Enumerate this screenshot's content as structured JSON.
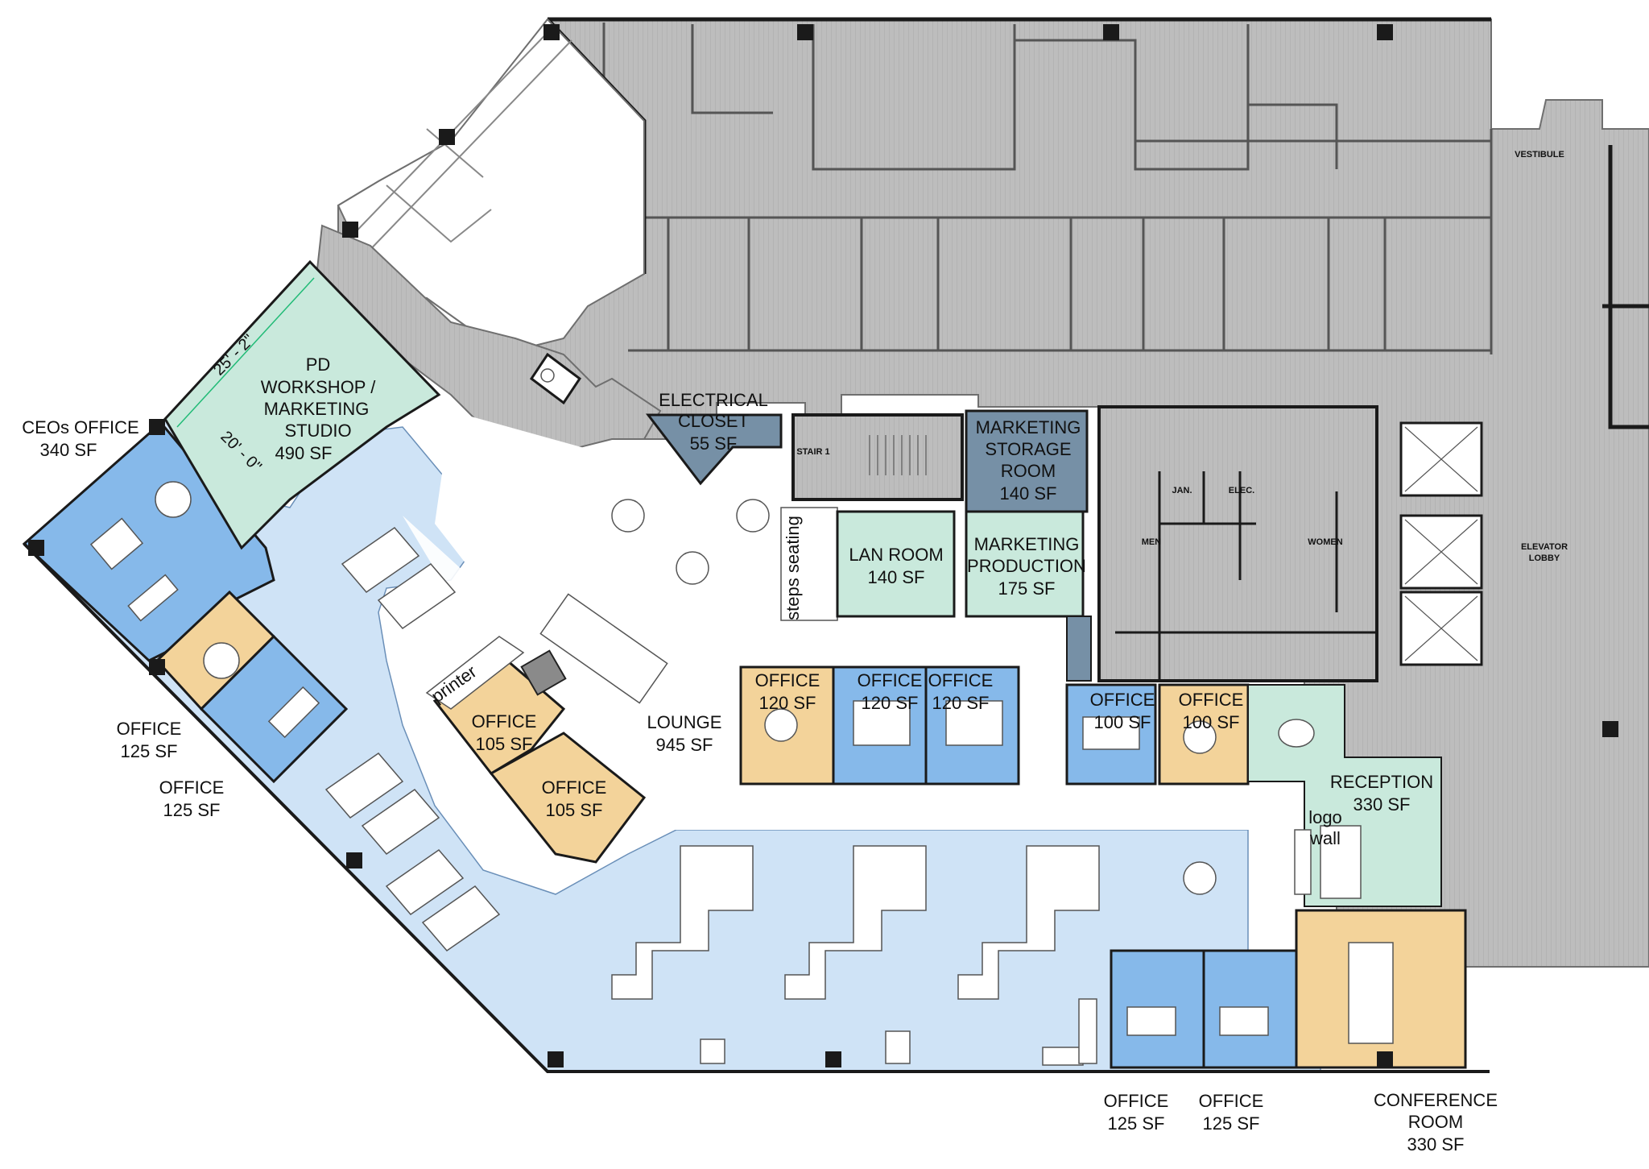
{
  "colors": {
    "neighbor_gray": "#bdbdbd",
    "neighbor_stroke": "#6f6f6f",
    "open_office_blue": "#cfe3f6",
    "office_blue": "#86b9ea",
    "office_yellow": "#f3d39a",
    "support_green": "#c9e9dc",
    "storage_slate": "#7690a6",
    "wall": "#1a1a1a",
    "furniture": "#ffffff"
  },
  "rooms": {
    "ceo_office": {
      "name": "CEOs OFFICE",
      "area": "340 SF"
    },
    "pd_workshop": {
      "line1": "PD",
      "line2": "WORKSHOP /",
      "line3": "MARKETING",
      "line4": "STUDIO",
      "area": "490 SF",
      "dim_length": "25' - 2\"",
      "dim_width": "20' - 0\""
    },
    "office_125_a": {
      "name": "OFFICE",
      "area": "125 SF"
    },
    "office_125_b": {
      "name": "OFFICE",
      "area": "125 SF"
    },
    "office_105_a": {
      "name": "OFFICE",
      "area": "105 SF"
    },
    "office_105_b": {
      "name": "OFFICE",
      "area": "105 SF"
    },
    "printer": {
      "name": "printer"
    },
    "lounge": {
      "name": "LOUNGE",
      "area": "945 SF"
    },
    "electrical_closet": {
      "line1": "ELECTRICAL",
      "line2": "CLOSET",
      "area": "55 SF"
    },
    "stair": {
      "name": "STAIR 1"
    },
    "steps_seating": {
      "name": "steps seating"
    },
    "lan_room": {
      "name": "LAN ROOM",
      "area": "140 SF"
    },
    "marketing_storage": {
      "line1": "MARKETING",
      "line2": "STORAGE",
      "line3": "ROOM",
      "area": "140 SF"
    },
    "marketing_production": {
      "line1": "MARKETING",
      "line2": "PRODUCTION",
      "area": "175 SF"
    },
    "office_120_a": {
      "name": "OFFICE",
      "area": "120 SF"
    },
    "office_120_b": {
      "name": "OFFICE",
      "area": "120 SF"
    },
    "office_120_c": {
      "name": "OFFICE",
      "area": "120 SF"
    },
    "office_100_a": {
      "name": "OFFICE",
      "area": "100 SF"
    },
    "office_100_b": {
      "name": "OFFICE",
      "area": "100 SF"
    },
    "reception": {
      "name": "RECEPTION",
      "area": "330 SF"
    },
    "logo_wall": {
      "line1": "logo",
      "line2": "wall"
    },
    "office_125_c": {
      "name": "OFFICE",
      "area": "125 SF"
    },
    "office_125_d": {
      "name": "OFFICE",
      "area": "125 SF"
    },
    "conference_room": {
      "line1": "CONFERENCE",
      "line2": "ROOM",
      "area": "330 SF"
    },
    "jan": {
      "name": "JAN."
    },
    "elec": {
      "name": "ELEC."
    },
    "men": {
      "name": "MEN"
    },
    "women": {
      "name": "WOMEN"
    },
    "elevator_lobby": {
      "line1": "ELEVATOR",
      "line2": "LOBBY"
    },
    "vestibule": {
      "name": "VESTIBULE"
    }
  }
}
